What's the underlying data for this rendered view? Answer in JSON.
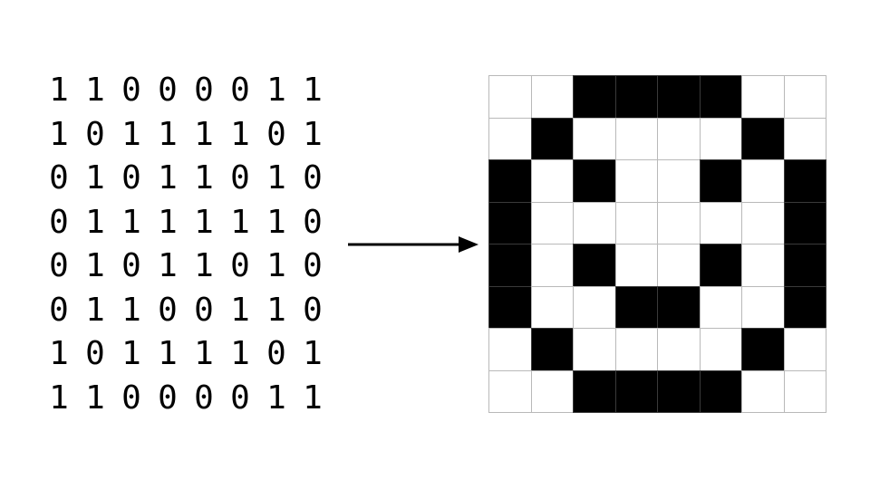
{
  "colors": {
    "on": "#000000",
    "off": "#ffffff",
    "grid_line": "#b9b9b9"
  },
  "matrix": [
    [
      "1",
      "1",
      "0",
      "0",
      "0",
      "0",
      "1",
      "1"
    ],
    [
      "1",
      "0",
      "1",
      "1",
      "1",
      "1",
      "0",
      "1"
    ],
    [
      "0",
      "1",
      "0",
      "1",
      "1",
      "0",
      "1",
      "0"
    ],
    [
      "0",
      "1",
      "1",
      "1",
      "1",
      "1",
      "1",
      "0"
    ],
    [
      "0",
      "1",
      "0",
      "1",
      "1",
      "0",
      "1",
      "0"
    ],
    [
      "0",
      "1",
      "1",
      "0",
      "0",
      "1",
      "1",
      "0"
    ],
    [
      "1",
      "0",
      "1",
      "1",
      "1",
      "1",
      "0",
      "1"
    ],
    [
      "1",
      "1",
      "0",
      "0",
      "0",
      "0",
      "1",
      "1"
    ]
  ],
  "pixel_grid": [
    [
      0,
      0,
      1,
      1,
      1,
      1,
      0,
      0
    ],
    [
      0,
      1,
      0,
      0,
      0,
      0,
      1,
      0
    ],
    [
      1,
      0,
      1,
      0,
      0,
      1,
      0,
      1
    ],
    [
      1,
      0,
      0,
      0,
      0,
      0,
      0,
      1
    ],
    [
      1,
      0,
      1,
      0,
      0,
      1,
      0,
      1
    ],
    [
      1,
      0,
      0,
      1,
      1,
      0,
      0,
      1
    ],
    [
      0,
      1,
      0,
      0,
      0,
      0,
      1,
      0
    ],
    [
      0,
      0,
      1,
      1,
      1,
      1,
      0,
      0
    ]
  ]
}
